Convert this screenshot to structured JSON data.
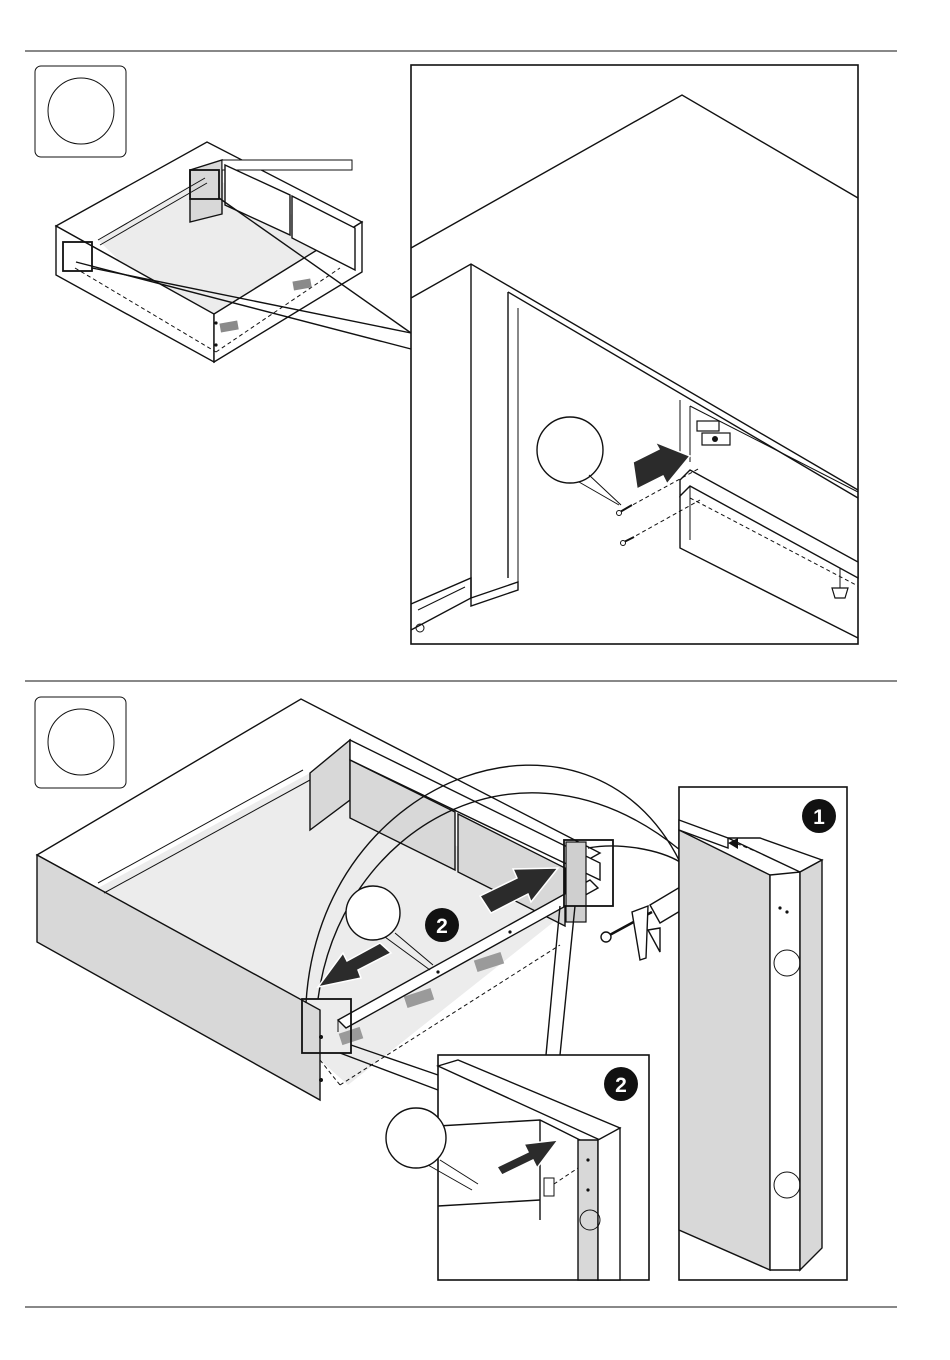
{
  "step_markers": [
    {
      "number": "1",
      "color": "#111111"
    },
    {
      "number": "2",
      "color": "#111111"
    },
    {
      "number": "2",
      "color": "#111111"
    }
  ],
  "icons": {
    "step_badge": "circle-badge-icon",
    "push_arrow": "push-arrow-icon",
    "caulk_gun": "caulking-gun-icon",
    "screw": "screw-icon",
    "leveling_foot": "leveling-foot-icon",
    "hinge": "hinge-icon",
    "callout": "callout-circle-icon"
  },
  "colors": {
    "line": "#111111",
    "panel_fill": "#d8d8d8",
    "floor_fill": "#ececec",
    "arrow_fill": "#2b2b2b",
    "badge_fill": "#111111"
  }
}
